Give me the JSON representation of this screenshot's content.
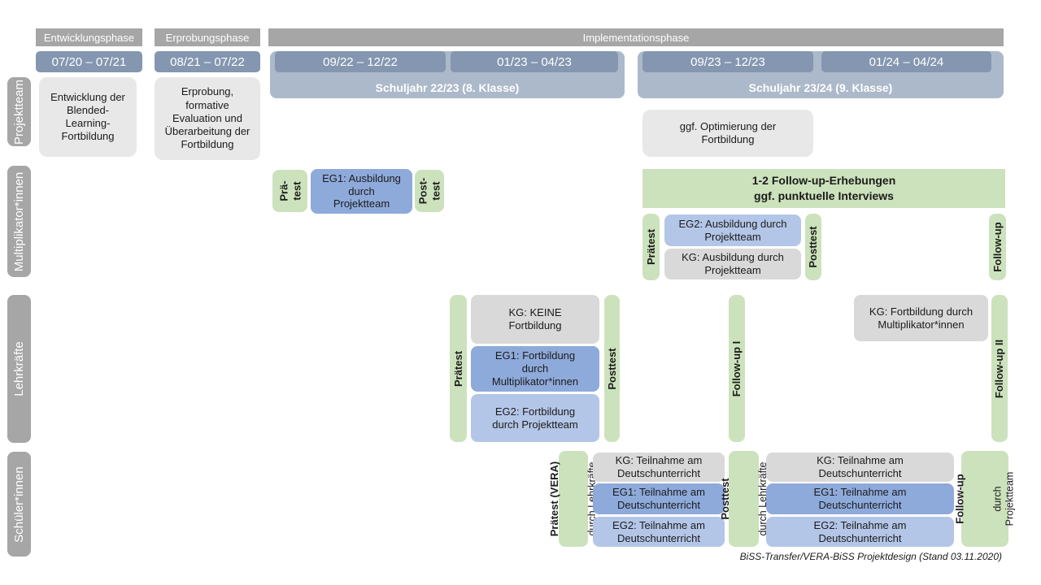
{
  "colors": {
    "phase_gray": "#a6a6a6",
    "date_blue": "#8496b0",
    "schuljahr_blue": "#acb9ca",
    "eg1_blue": "#8eaadb",
    "eg2_blue": "#b4c6e7",
    "kg_gray": "#d9d9d9",
    "note_gray": "#e9e8e8",
    "test_green": "#cce2bc"
  },
  "phases": {
    "entwicklung": "Entwicklungsphase",
    "erprobung": "Erprobungsphase",
    "implementation": "Implementationsphase"
  },
  "dates": {
    "d1": "07/20 – 07/21",
    "d2": "08/21 – 07/22",
    "d3": "09/22 – 12/22",
    "d4": "01/23 – 04/23",
    "d5": "09/23 – 12/23",
    "d6": "01/24 – 04/24"
  },
  "schuljahre": {
    "sj1": "Schuljahr 22/23 (8. Klasse)",
    "sj2": "Schuljahr 23/24 (9. Klasse)"
  },
  "sidebar": {
    "row1": "Projektteam",
    "row2": "Multiplikator*innen",
    "row3": "Lehrkräfte",
    "row4": "Schüler*innen"
  },
  "projektteam": {
    "entwicklung": "Entwicklung der Blended-Learning-Fortbildung",
    "erprobung": "Erprobung, formative Evaluation und Überarbeitung der Fortbildung",
    "optimierung": "ggf. Optimierung der Fortbildung"
  },
  "multiplikatoren": {
    "praetest1": "Prä-\ntest",
    "eg1": "EG1: Ausbildung durch Projektteam",
    "posttest1": "Post-\ntest",
    "followup_erhebungen": "1-2 Follow-up-Erhebungen\nggf. punktuelle Interviews",
    "praetest2": "Prätest",
    "eg2": "EG2: Ausbildung durch Projektteam",
    "kg": "KG: Ausbildung durch Projektteam",
    "posttest2": "Posttest",
    "followup": "Follow-up"
  },
  "lehrkraefte": {
    "praetest": "Prätest",
    "kg1": "KG: KEINE Fortbildung",
    "eg1": "EG1: Fortbildung durch Multiplikator*innen",
    "eg2": "EG2: Fortbildung durch Projektteam",
    "posttest": "Posttest",
    "followup1": "Follow-up I",
    "kg2": "KG: Fortbildung durch Multiplikator*innen",
    "followup2": "Follow-up II"
  },
  "schueler": {
    "praetest_line1": "Prätest (VERA)",
    "praetest_line2": "durch Lehrkräfte",
    "kg1": "KG: Teilnahme am Deutschunterricht",
    "eg1a": "EG1: Teilnahme am Deutschunterricht",
    "eg2a": "EG2: Teilnahme am Deutschunterricht",
    "posttest_line1": "Posttest",
    "posttest_line2": "durch Lehrkräfte",
    "kg2": "KG: Teilnahme am Deutschunterricht",
    "eg1b": "EG1: Teilnahme am Deutschunterricht",
    "eg2b": "EG2: Teilnahme am Deutschunterricht",
    "followup_line1": "Follow-up",
    "followup_line2": "durch\nProjektteam"
  },
  "footer": "BiSS-Transfer/VERA-BiSS Projektdesign (Stand 03.11.2020)"
}
